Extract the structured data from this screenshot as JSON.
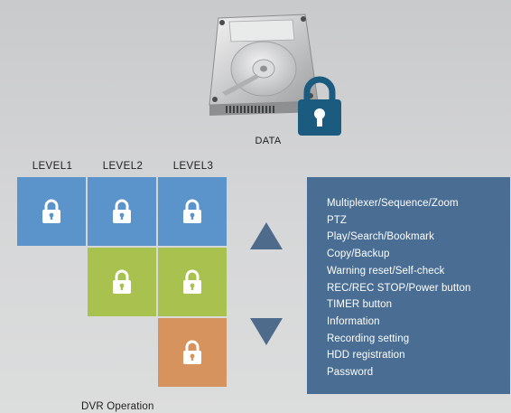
{
  "data_label": "DATA",
  "levels": [
    "LEVEL1",
    "LEVEL2",
    "LEVEL3"
  ],
  "grid": {
    "rows": [
      [
        "#5b94cb",
        "#5b94cb",
        "#5b94cb"
      ],
      [
        null,
        "#a9c24f",
        "#a9c24f"
      ],
      [
        null,
        null,
        "#d7935d"
      ]
    ]
  },
  "colors": {
    "level_blue": "#5b94cb",
    "level_green": "#a9c24f",
    "level_orange": "#d7935d",
    "panel": "#4a6e93",
    "arrow": "#4f6b8c",
    "lock": "#1b5b80"
  },
  "icons": {
    "storage": "hard-drive-icon",
    "security": "padlock-icon",
    "up": "triangle-up-icon",
    "down": "triangle-down-icon"
  },
  "functions": [
    "Multiplexer/Sequence/Zoom",
    "PTZ",
    "Play/Search/Bookmark",
    "Copy/Backup",
    "Warning reset/Self-check",
    "REC/REC STOP/Power button",
    "TIMER button",
    "Information",
    "Recording setting",
    "HDD registration",
    "Password"
  ],
  "caption": "DVR Operation"
}
